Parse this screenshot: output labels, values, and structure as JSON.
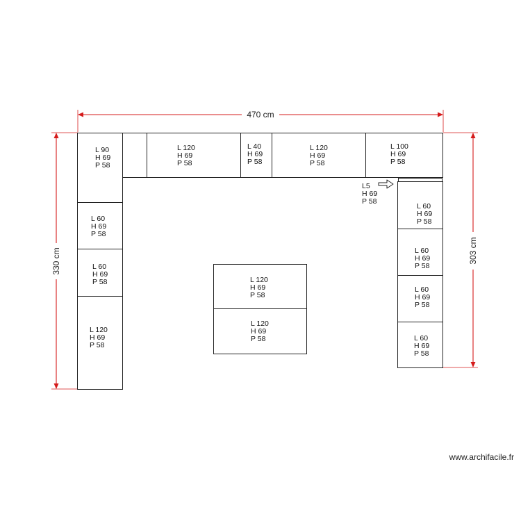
{
  "plan": {
    "dimensions": {
      "width_label": "470 cm",
      "left_height_label": "330 cm",
      "right_height_label": "303 cm"
    },
    "cabinets": [
      {
        "id": "top-l90",
        "lines": [
          "L 90",
          "H 69",
          "P 58"
        ]
      },
      {
        "id": "top-l120-a",
        "lines": [
          "L 120",
          "H 69",
          "P 58"
        ]
      },
      {
        "id": "top-l40",
        "lines": [
          "L 40",
          "H 69",
          "P 58"
        ]
      },
      {
        "id": "top-l120-b",
        "lines": [
          "L 120",
          "H 69",
          "P 58"
        ]
      },
      {
        "id": "top-l100",
        "lines": [
          "L 100",
          "H 69",
          "P 58"
        ]
      },
      {
        "id": "left-l60-a",
        "lines": [
          "L 60",
          "H 69",
          "P 58"
        ]
      },
      {
        "id": "left-l60-b",
        "lines": [
          "L 60",
          "H 69",
          "P 58"
        ]
      },
      {
        "id": "left-l120",
        "lines": [
          "L 120",
          "H 69",
          "P 58"
        ]
      },
      {
        "id": "right-l60-a",
        "lines": [
          "L 60",
          "H 69",
          "P 58"
        ]
      },
      {
        "id": "right-l60-b",
        "lines": [
          "L 60",
          "H 69",
          "P 58"
        ]
      },
      {
        "id": "right-l60-c",
        "lines": [
          "L 60",
          "H 69",
          "P 58"
        ]
      },
      {
        "id": "right-l60-d",
        "lines": [
          "L 60",
          "H 69",
          "P 58"
        ]
      },
      {
        "id": "island-l120-a",
        "lines": [
          "L 120",
          "H 69",
          "P 58"
        ]
      },
      {
        "id": "island-l120-b",
        "lines": [
          "L 120",
          "H 69",
          "P 58"
        ]
      }
    ],
    "filler": {
      "lines": [
        "L5",
        "H 69",
        "P 58"
      ]
    },
    "watermark": "www.archifacile.fr"
  }
}
